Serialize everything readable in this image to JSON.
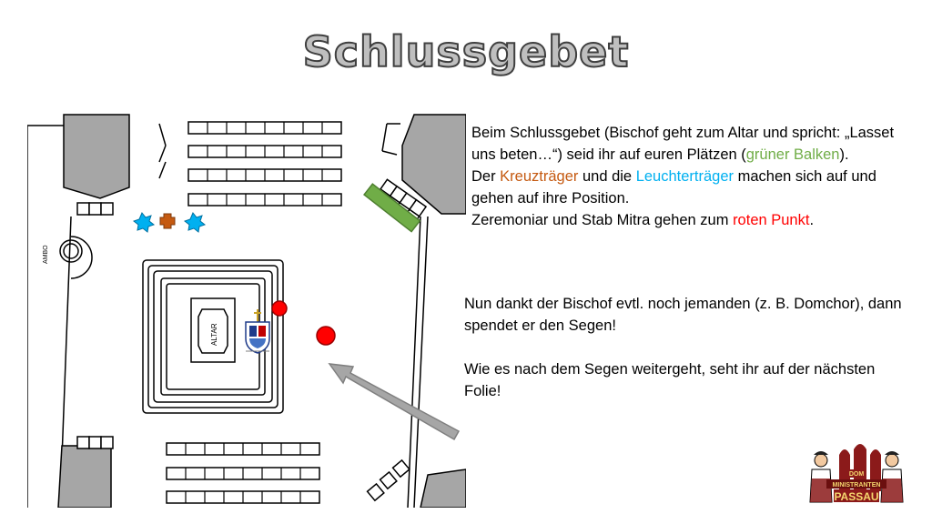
{
  "slide": {
    "title": "Schlussgebet",
    "paragraph1": {
      "line1_pre": "Beim Schlussgebet (Bischof geht zum Altar und spricht: „Lasset uns beten…“) seid ihr auf euren Plätzen (",
      "green_term": "grüner Balken",
      "line1_post": ").",
      "line2_pre": "Der ",
      "orange_term": "Kreuzträger",
      "line2_mid": " und die ",
      "blue_term": "Leuchterträger",
      "line2_post": " machen sich auf und gehen auf ihre Position.",
      "line3_pre": "Zeremoniar und Stab Mitra gehen zum ",
      "red_term": "roten Punkt",
      "line3_post": "."
    },
    "paragraph2": "Nun dankt der Bischof evtl. noch jemanden (z. B. Domchor), dann spendet er den Segen!",
    "paragraph3": "Wie es nach dem Segen weitergeht, seht ihr auf der nächsten Folie!"
  },
  "floorplan": {
    "ambo_label": "AMBO",
    "altar_label": "ALTAR"
  },
  "logo": {
    "line1": "DOM",
    "line2": "MINISTRANTEN",
    "line3": "PASSAU"
  },
  "colors": {
    "green_bar": "#70ad47",
    "red_point": "#ff0000",
    "cross_orange": "#c55a11",
    "candle_blue": "#00b0f0",
    "pillar_gray": "#a6a6a6",
    "arrow_gray": "#a6a6a6"
  }
}
